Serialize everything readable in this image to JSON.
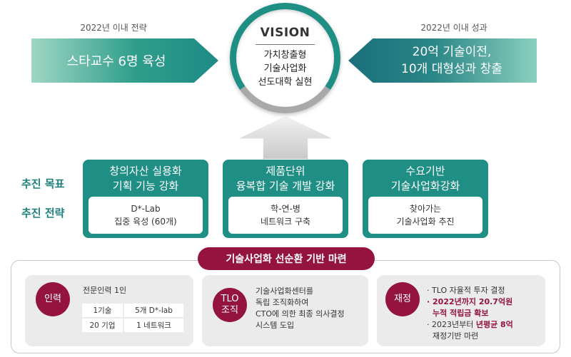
{
  "left_panel": {
    "caption": "2022년 이내 전략",
    "text": "스타교수 6명 육성"
  },
  "right_panel": {
    "caption": "2022년 이내 성과",
    "lines": [
      "20억 기술이전,",
      "10개 대형성과 창출"
    ]
  },
  "vision": {
    "title": "VISION",
    "lines": [
      "가치창출형",
      "기술사업화",
      "선도대학 실현"
    ]
  },
  "row_labels": {
    "goal": "추진 목표",
    "strategy": "추진 전략"
  },
  "goals": [
    {
      "title": [
        "창의자산 실용화",
        "기획 기능 강화"
      ],
      "strategy": [
        "D*-Lab",
        "집중 육성 (60개)"
      ]
    },
    {
      "title": [
        "제품단위",
        "융복합 기술 개발 강화"
      ],
      "strategy": [
        "학-연-병",
        "네트워크 구축"
      ]
    },
    {
      "title": [
        "수요기반",
        "기술사업화강화"
      ],
      "strategy": [
        "찾아가는",
        "기술사업화 추진"
      ]
    }
  ],
  "foundation": {
    "banner": "기술사업화 선순환 기반 마련",
    "manpower": {
      "badge": "인력",
      "heading": "전문인력 1인",
      "table": [
        [
          "1기술",
          "5개 D*-lab"
        ],
        [
          "20 기업",
          "1 네트워크"
        ]
      ]
    },
    "tlo": {
      "badge": [
        "TLO",
        "조직"
      ],
      "lines": [
        "기술사업화센터를",
        "독립 조직화하여",
        "CTO에 의한 최종 의사결정",
        "시스템 도입"
      ]
    },
    "finance": {
      "badge": "재정",
      "item1": "· TLO 자율적 투자 결정",
      "item2a": "· 2022년까지 20.7억원",
      "item2b": "누적 적립금 확보",
      "item3_prefix": "· 2023년부터 ",
      "item3_emph": "년평균 8억",
      "item3b": "재정기반 마련"
    }
  },
  "colors": {
    "teal": "#1f8f86",
    "burgundy": "#95143f",
    "gray_card": "#ebebeb"
  }
}
